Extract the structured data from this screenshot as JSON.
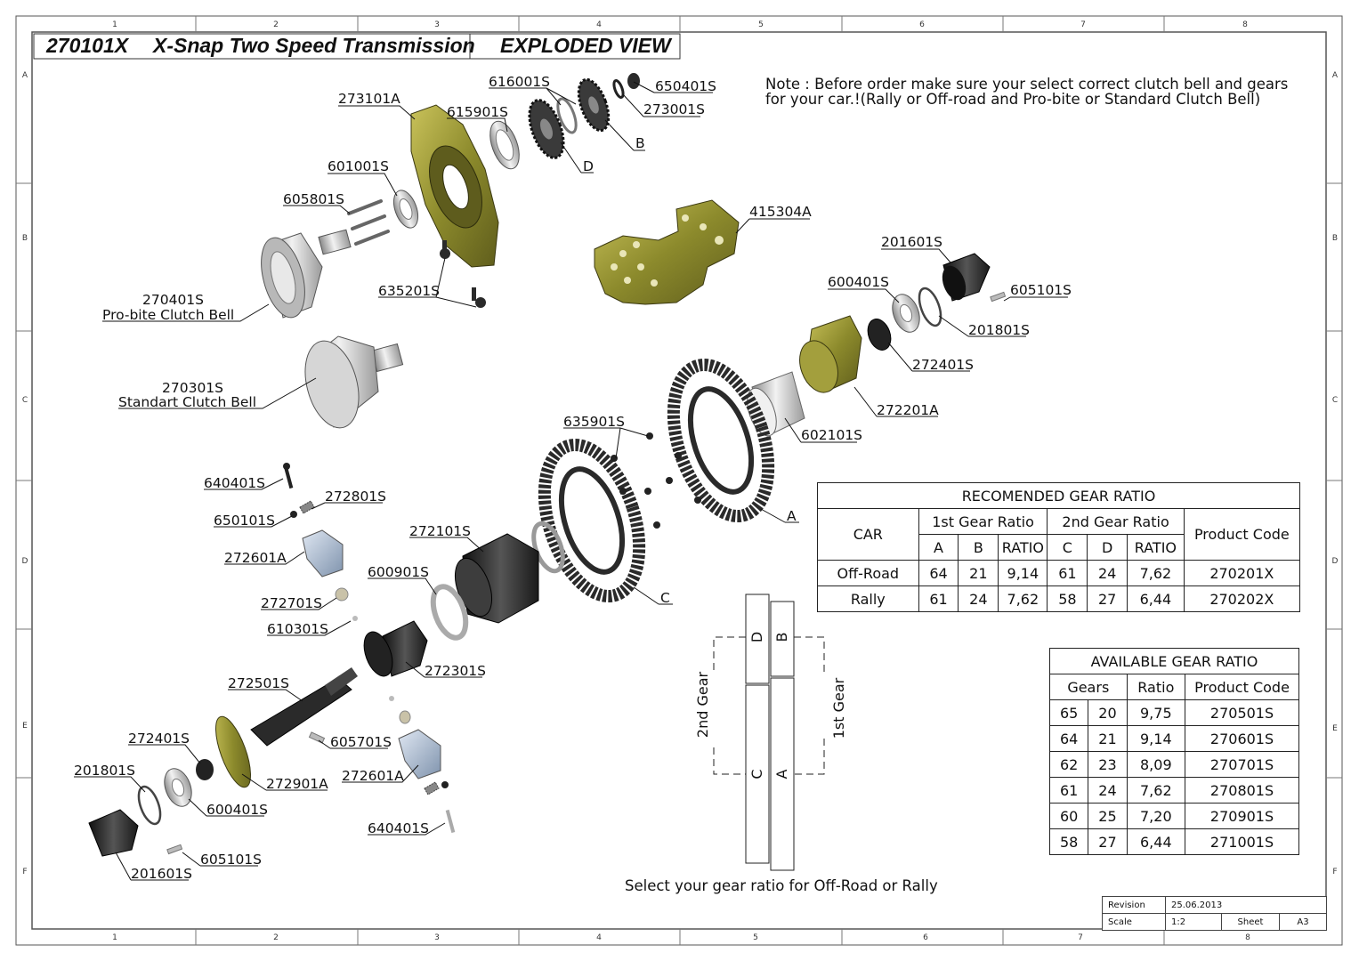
{
  "title": {
    "part_no": "270101X",
    "name": "X-Snap Two Speed Transmission",
    "view": "EXPLODED VIEW"
  },
  "note": {
    "line1": "Note : Before order make sure your select correct clutch bell and gears",
    "line2": "for your car.!(Rally or Off-road and Pro-bite or Standard Clutch Bell)"
  },
  "footer_note": "Select your gear ratio for Off-Road or Rally",
  "border": {
    "columns": [
      "1",
      "2",
      "3",
      "4",
      "5",
      "6",
      "7",
      "8"
    ],
    "rows": [
      "A",
      "B",
      "C",
      "D",
      "E",
      "F"
    ]
  },
  "callouts": [
    {
      "text": "616001S"
    },
    {
      "text": "650401S"
    },
    {
      "text": "273101A"
    },
    {
      "text": "615901S"
    },
    {
      "text": "273001S"
    },
    {
      "text": "B"
    },
    {
      "text": "D"
    },
    {
      "text": "601001S"
    },
    {
      "text": "605801S"
    },
    {
      "text": "415304A"
    },
    {
      "text": "201601S"
    },
    {
      "text": "600401S"
    },
    {
      "text": "605101S"
    },
    {
      "text": "635201S"
    },
    {
      "text": "270401S"
    },
    {
      "text": "Pro-bite Clutch Bell"
    },
    {
      "text": "201801S"
    },
    {
      "text": "272401S"
    },
    {
      "text": "270301S"
    },
    {
      "text": "Standart Clutch Bell"
    },
    {
      "text": "272201A"
    },
    {
      "text": "635901S"
    },
    {
      "text": "602101S"
    },
    {
      "text": "640401S"
    },
    {
      "text": "272801S"
    },
    {
      "text": "650101S"
    },
    {
      "text": "A"
    },
    {
      "text": "272101S"
    },
    {
      "text": "272601A"
    },
    {
      "text": "600901S"
    },
    {
      "text": "C"
    },
    {
      "text": "272701S"
    },
    {
      "text": "610301S"
    },
    {
      "text": "272301S"
    },
    {
      "text": "272501S"
    },
    {
      "text": "272401S"
    },
    {
      "text": "605701S"
    },
    {
      "text": "201801S"
    },
    {
      "text": "272901A"
    },
    {
      "text": "272601A"
    },
    {
      "text": "600401S"
    },
    {
      "text": "640401S"
    },
    {
      "text": "605101S"
    },
    {
      "text": "201601S"
    }
  ],
  "gear_diagram": {
    "second_gear": "2nd Gear",
    "first_gear": "1st Gear",
    "labels": [
      "D",
      "B",
      "C",
      "A"
    ]
  },
  "recommended": {
    "title": "RECOMENDED GEAR RATIO",
    "car_header": "CAR",
    "first_gear": "1st Gear Ratio",
    "second_gear": "2nd Gear Ratio",
    "product_code": "Product Code",
    "sub": [
      "A",
      "B",
      "RATIO",
      "C",
      "D",
      "RATIO"
    ],
    "rows": [
      [
        "Off-Road",
        "64",
        "21",
        "9,14",
        "61",
        "24",
        "7,62",
        "270201X"
      ],
      [
        "Rally",
        "61",
        "24",
        "7,62",
        "58",
        "27",
        "6,44",
        "270202X"
      ]
    ]
  },
  "available": {
    "title": "AVAILABLE GEAR RATIO",
    "gears": "Gears",
    "ratio": "Ratio",
    "product_code": "Product Code",
    "rows": [
      [
        "65",
        "20",
        "9,75",
        "270501S"
      ],
      [
        "64",
        "21",
        "9,14",
        "270601S"
      ],
      [
        "62",
        "23",
        "8,09",
        "270701S"
      ],
      [
        "61",
        "24",
        "7,62",
        "270801S"
      ],
      [
        "60",
        "25",
        "7,20",
        "270901S"
      ],
      [
        "58",
        "27",
        "6,44",
        "271001S"
      ]
    ]
  },
  "title_block": {
    "revision_label": "Revision",
    "revision_value": "25.06.2013",
    "scale_label": "Scale",
    "scale_value": "1:2",
    "sheet_label": "Sheet",
    "sheet_value": "A3"
  },
  "colors": {
    "housing": "#8c8a2c",
    "metal": "#c8c8c8",
    "black_part": "#2a2a2a",
    "blue_part": "#aab8cc"
  }
}
